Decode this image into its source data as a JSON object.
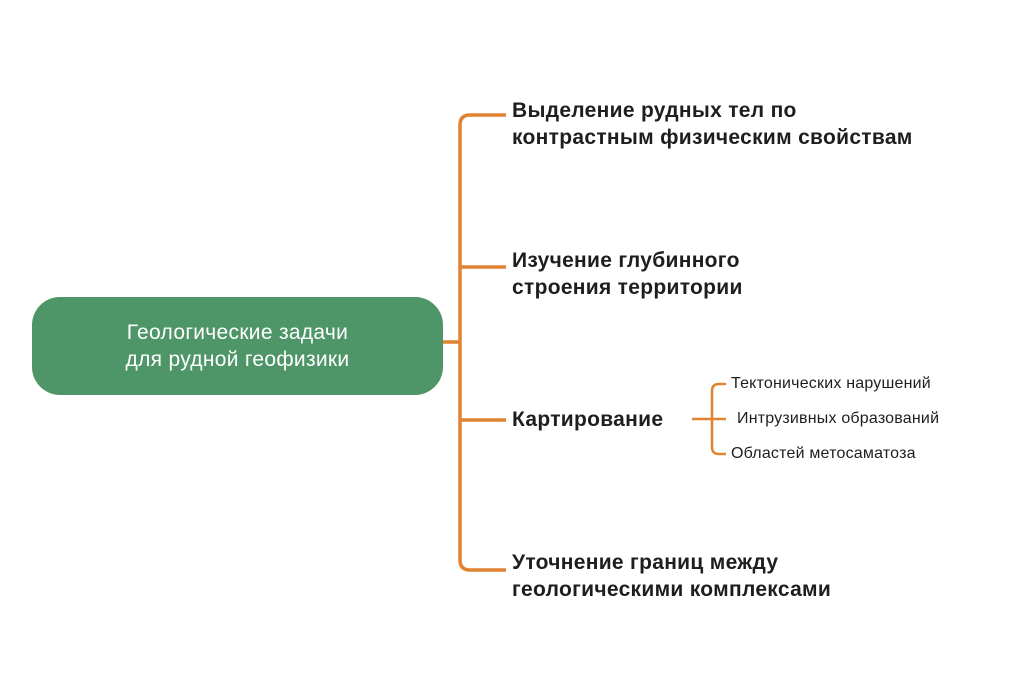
{
  "root": {
    "label": "Геологические задачи\nдля рудной геофизики"
  },
  "branches": [
    {
      "label": "Выделение рудных тел по\nконтрастным физическим свойствам"
    },
    {
      "label": "Изучение глубинного\nстроения территории"
    },
    {
      "label": "Картирование",
      "children": [
        {
          "label": "Тектонических нарушений"
        },
        {
          "label": "Интрузивных образований"
        },
        {
          "label": "Областей метосаматоза"
        }
      ]
    },
    {
      "label": "Уточнение границ между\nгеологическими комплексами"
    }
  ],
  "colors": {
    "accent_orange": "#E08432",
    "root_green": "#4E9668",
    "text": "#1E1E1E",
    "background": "#FFFFFF"
  }
}
